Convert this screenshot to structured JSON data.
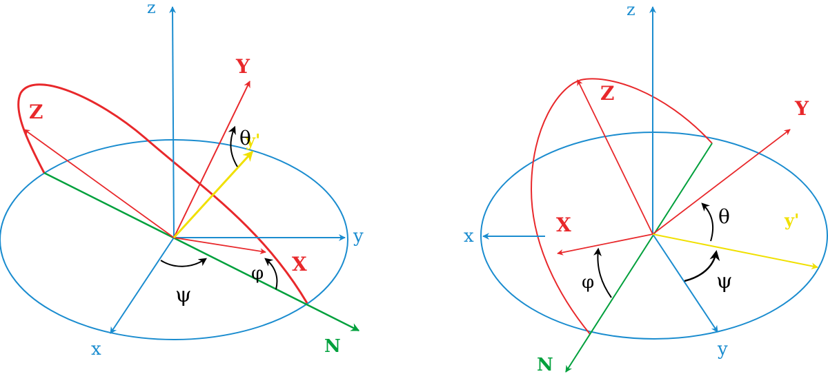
{
  "colors": {
    "fixed_axes": "#1a8ccf",
    "body_axes": "#e8282b",
    "node_line": "#00a03c",
    "intermediate": "#f0e000",
    "angle_arrow": "#000000"
  },
  "left_diagram": {
    "fixed_axes": {
      "z": "z",
      "y": "y",
      "x": "x"
    },
    "body_axes": {
      "Z": "Z",
      "Y": "Y",
      "X": "X"
    },
    "node_line": "N",
    "intermediate_axis": "y'",
    "angles": {
      "theta": "θ",
      "phi": "φ",
      "psi": "ψ"
    }
  },
  "right_diagram": {
    "fixed_axes": {
      "z": "z",
      "y": "y",
      "x": "x"
    },
    "body_axes": {
      "Z": "Z",
      "Y": "Y",
      "X": "X"
    },
    "node_line": "N",
    "intermediate_axis": "y'",
    "angles": {
      "theta": "θ",
      "phi": "φ",
      "psi": "ψ"
    }
  }
}
